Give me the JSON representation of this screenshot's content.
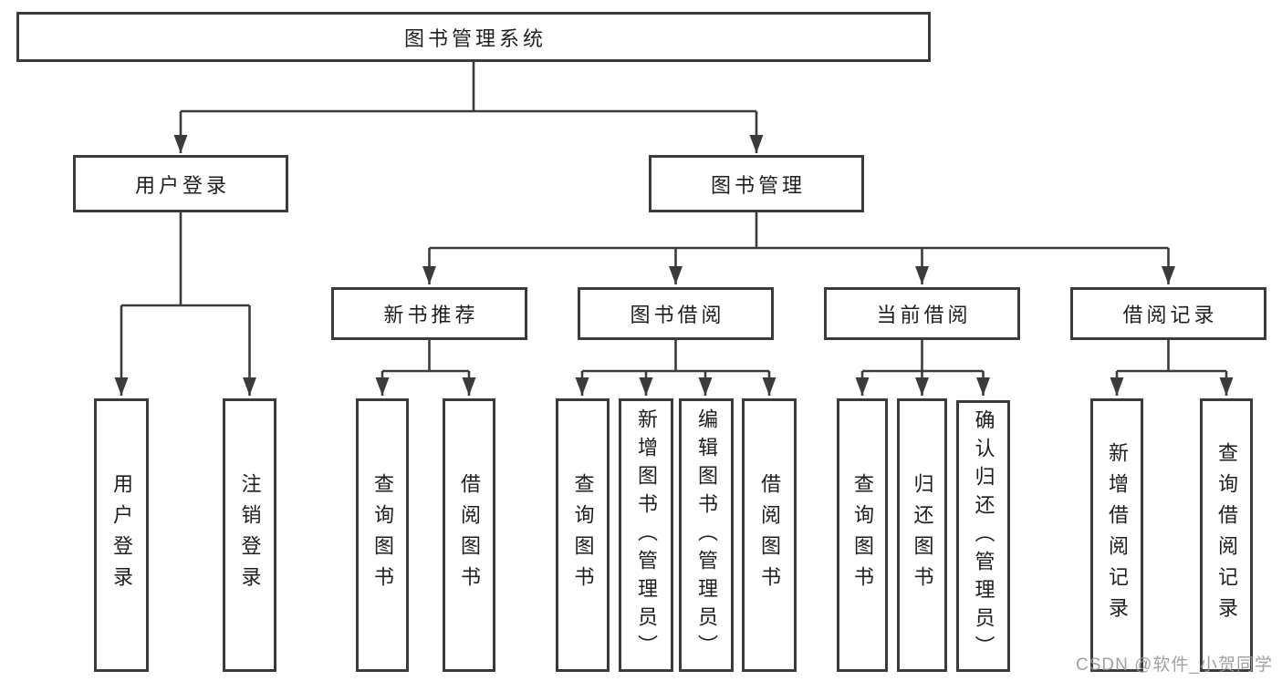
{
  "diagram": {
    "type": "tree",
    "root": {
      "label": "图书管理系统",
      "children": [
        {
          "label": "用户登录",
          "children": [
            {
              "label": "用户登录"
            },
            {
              "label": "注销登录"
            }
          ]
        },
        {
          "label": "图书管理",
          "children": [
            {
              "label": "新书推荐",
              "children": [
                {
                  "label": "查询图书"
                },
                {
                  "label": "借阅图书"
                }
              ]
            },
            {
              "label": "图书借阅",
              "children": [
                {
                  "label": "查询图书"
                },
                {
                  "label": "新增图书（管理员）"
                },
                {
                  "label": "编辑图书（管理员）"
                },
                {
                  "label": "借阅图书"
                }
              ]
            },
            {
              "label": "当前借阅",
              "children": [
                {
                  "label": "查询图书"
                },
                {
                  "label": "归还图书"
                },
                {
                  "label": "确认归还（管理员）"
                }
              ]
            },
            {
              "label": "借阅记录",
              "children": [
                {
                  "label": "新增借阅记录"
                },
                {
                  "label": "查询借阅记录"
                }
              ]
            }
          ]
        }
      ]
    }
  },
  "watermark": {
    "text": "CSDN @软件_小贺同学"
  },
  "colors": {
    "background": "#ffffff",
    "line": "#3b3b3b",
    "box_border": "#3b3b3b",
    "text": "#1e1e1e",
    "watermark": "#969696"
  }
}
